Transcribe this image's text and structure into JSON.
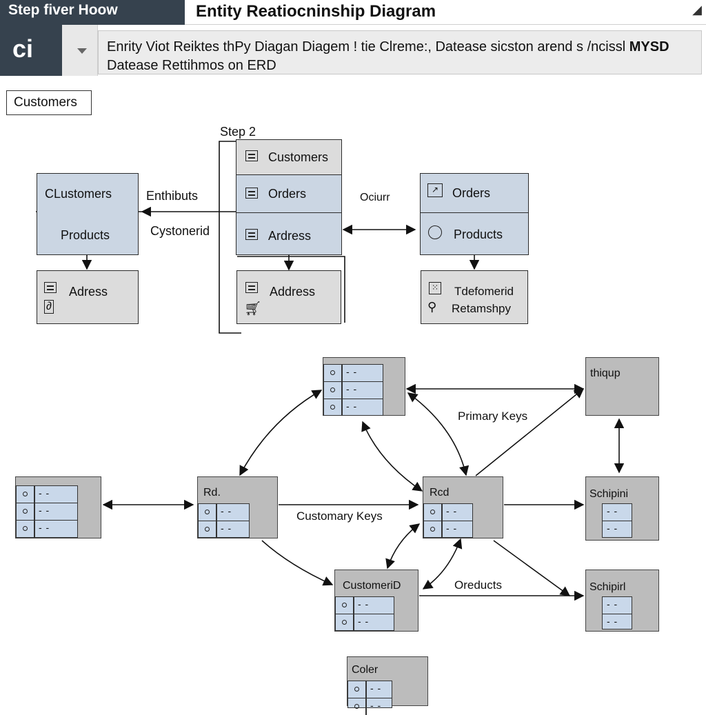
{
  "header": {
    "app_tab": "Step fiver Hoow",
    "title": "Entity Reatiocninship Diagram",
    "logo_text": "ci",
    "subtitle_line1": "Enrity Viot Reiktes thPy Diagan Diagem ! tie Clreme:, Datease sicston arend s /ncissl",
    "subtitle_strong": "MYSD",
    "subtitle_line2": "Datease Rettihmos on ERD"
  },
  "customers_pill": "Customers",
  "step_label": "Step 2",
  "top_left": {
    "box1": "CLustomers",
    "box2": "Products",
    "box3": "Adress",
    "edge_label1": "Enthibuts",
    "edge_label2": "Cystonerid"
  },
  "top_center": {
    "rows": [
      "Customers",
      "Orders",
      "Ardress"
    ],
    "below": "Address"
  },
  "top_right": {
    "edge_label": "Ociurr",
    "rows": [
      "Orders",
      "Products"
    ],
    "below_line1": "Tdefomerid",
    "below_line2": "Retamshpy"
  },
  "bottom": {
    "rd_title": "Rd.",
    "rcd_title": "Rcd",
    "thiqup": "thiqup",
    "schipini": "Schipini",
    "schipirl": "Schipirl",
    "customer": "CustomeriD",
    "coler": "Coler",
    "label_primary": "Primary Keys",
    "label_customary": "Customary Keys",
    "label_oreducts": "Oreducts",
    "row_dash": "- -"
  },
  "colors": {
    "entity_blue": "#cbd6e3",
    "node_grey": "#bcbcbc",
    "header_dark": "#36424e"
  }
}
